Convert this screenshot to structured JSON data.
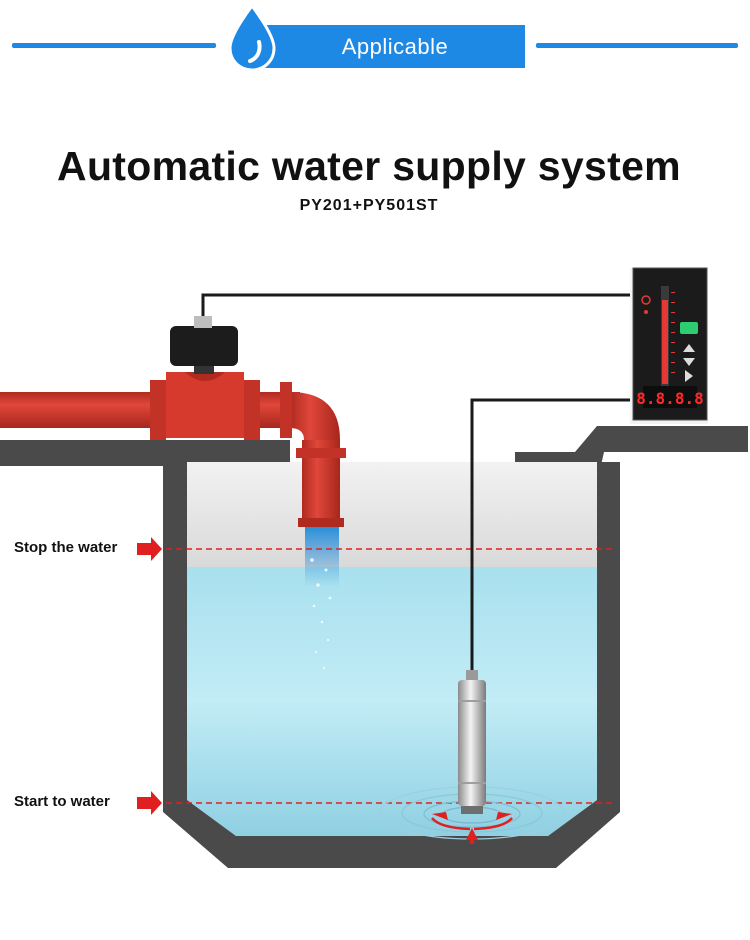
{
  "header": {
    "banner_label": "Applicable",
    "banner_icon": "water-drop-icon",
    "accent_color": "#1e88e5"
  },
  "title": "Automatic water supply system",
  "subtitle": "PY201+PY501ST",
  "labels": {
    "stop": "Stop the water",
    "start": "Start to water"
  },
  "controller": {
    "display_value": "8.8.8.8"
  },
  "colors": {
    "pipe": "#d63a2c",
    "water": "#a9e2f0",
    "tank_wall": "#4a4a4a",
    "level_line": "#e02020",
    "arrow": "#e02020"
  }
}
